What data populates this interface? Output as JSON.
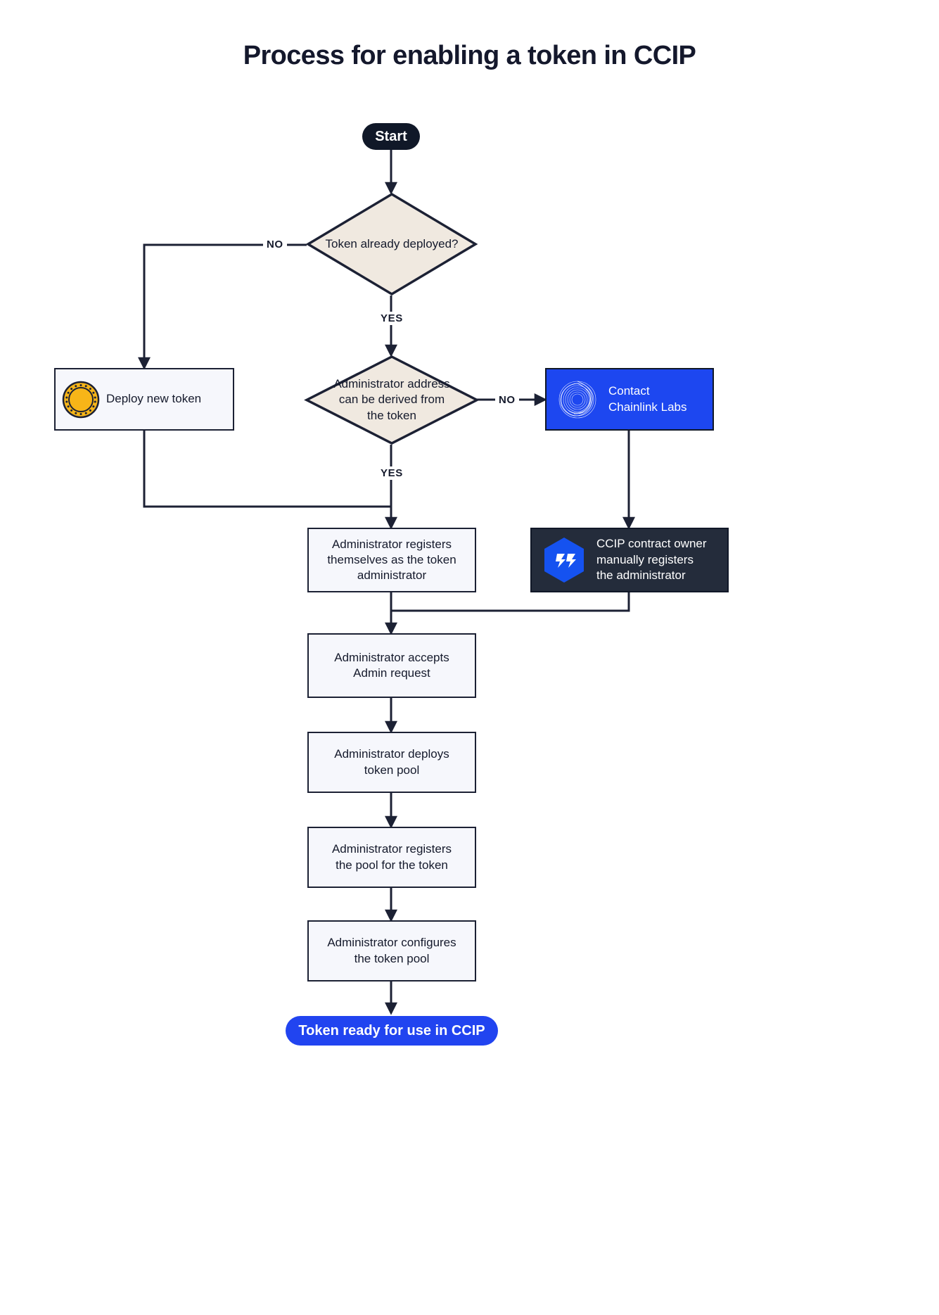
{
  "title": "Process for enabling a token in CCIP",
  "nodes": {
    "start": {
      "label": "Start",
      "shape": "pill",
      "fill": "#101828",
      "text_color": "#ffffff"
    },
    "decision_token_deployed": {
      "label": "Token already deployed?",
      "shape": "diamond",
      "fill": "#f0e9e0"
    },
    "deploy_new_token": {
      "label": "Deploy new token",
      "shape": "process",
      "icon": "gold-coin-icon",
      "fill": "#f6f7fc"
    },
    "decision_admin_derived": {
      "label": "Administrator address can be derived from the token",
      "shape": "diamond",
      "fill": "#f0e9e0"
    },
    "contact_chainlink_labs": {
      "label": "Contact\nChainlink Labs",
      "line1": "Contact",
      "line2": "Chainlink Labs",
      "shape": "process",
      "icon": "chainlink-spiral-icon",
      "fill": "#1d47f0",
      "text_color": "#ffffff"
    },
    "admin_registers_self": {
      "line1": "Administrator registers",
      "line2": "themselves as the token",
      "line3": "administrator",
      "shape": "process",
      "fill": "#f6f7fc"
    },
    "ccip_owner_registers": {
      "line1": "CCIP contract owner",
      "line2": "manually registers",
      "line3": "the administrator",
      "shape": "process",
      "icon": "ccip-hexagon-icon",
      "fill": "#242c3b",
      "text_color": "#ffffff"
    },
    "admin_accepts": {
      "line1": "Administrator accepts",
      "line2": "Admin request",
      "shape": "process",
      "fill": "#f6f7fc"
    },
    "admin_deploys_pool": {
      "line1": "Administrator deploys",
      "line2": "token pool",
      "shape": "process",
      "fill": "#f6f7fc"
    },
    "admin_registers_pool": {
      "line1": "Administrator registers",
      "line2": "the pool for the token",
      "shape": "process",
      "fill": "#f6f7fc"
    },
    "admin_configures_pool": {
      "line1": "Administrator configures",
      "line2": "the token pool",
      "shape": "process",
      "fill": "#f6f7fc"
    },
    "end": {
      "label": "Token ready for use in CCIP",
      "shape": "pill",
      "fill": "#2144f0",
      "text_color": "#ffffff"
    }
  },
  "edge_labels": {
    "no_token_deployed": "NO",
    "yes_token_deployed": "YES",
    "no_admin_derived": "NO",
    "yes_admin_derived": "YES"
  },
  "colors": {
    "background": "#ffffff",
    "stroke": "#1c2134",
    "diamond_fill": "#f0e9e0",
    "process_fill": "#f6f7fc",
    "brand_blue": "#1d47f0",
    "end_blue": "#2144f0",
    "dark_navy": "#242c3b",
    "coin_gold": "#F7B518",
    "text": "#151a2c"
  }
}
